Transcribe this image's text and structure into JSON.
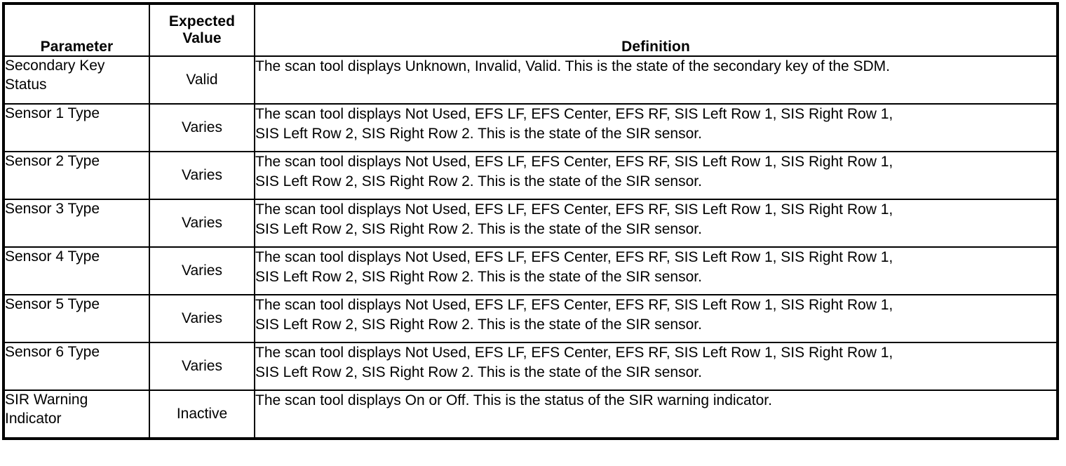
{
  "table": {
    "headers": {
      "parameter": "Parameter",
      "expected_value_line1": "Expected",
      "expected_value_line2": "Value",
      "definition": "Definition"
    },
    "rows": [
      {
        "parameter": "Secondary Key Status",
        "parameter_line1": "Secondary Key",
        "parameter_line2": "Status",
        "expected_value": "Valid",
        "definition": "The scan tool displays Unknown, Invalid, Valid. This is the state of the secondary key of the SDM.",
        "definition_line1": "The scan tool displays Unknown, Invalid, Valid. This is the state of the secondary key of the SDM.",
        "definition_line2": ""
      },
      {
        "parameter": "Sensor 1 Type",
        "parameter_line1": "Sensor 1 Type",
        "parameter_line2": "",
        "expected_value": "Varies",
        "definition": "The scan tool displays Not Used, EFS LF, EFS Center, EFS RF, SIS Left Row 1, SIS Right Row 1, SIS Left Row 2, SIS Right Row 2. This is the state of the SIR sensor.",
        "definition_line1": "The scan tool displays Not Used, EFS LF, EFS Center, EFS RF, SIS Left Row 1, SIS Right Row 1,",
        "definition_line2": "SIS Left Row 2, SIS Right Row 2. This is the state of the SIR sensor."
      },
      {
        "parameter": "Sensor 2 Type",
        "parameter_line1": "Sensor 2 Type",
        "parameter_line2": "",
        "expected_value": "Varies",
        "definition": "The scan tool displays Not Used, EFS LF, EFS Center, EFS RF, SIS Left Row 1, SIS Right Row 1, SIS Left Row 2, SIS Right Row 2. This is the state of the SIR sensor.",
        "definition_line1": "The scan tool displays Not Used, EFS LF, EFS Center, EFS RF, SIS Left Row 1, SIS Right Row 1,",
        "definition_line2": "SIS Left Row 2, SIS Right Row 2. This is the state of the SIR sensor."
      },
      {
        "parameter": "Sensor 3 Type",
        "parameter_line1": "Sensor 3 Type",
        "parameter_line2": "",
        "expected_value": "Varies",
        "definition": "The scan tool displays Not Used, EFS LF, EFS Center, EFS RF, SIS Left Row 1, SIS Right Row 1, SIS Left Row 2, SIS Right Row 2. This is the state of the SIR sensor.",
        "definition_line1": "The scan tool displays Not Used, EFS LF, EFS Center, EFS RF, SIS Left Row 1, SIS Right Row 1,",
        "definition_line2": "SIS Left Row 2, SIS Right Row 2. This is the state of the SIR sensor."
      },
      {
        "parameter": "Sensor 4 Type",
        "parameter_line1": "Sensor 4 Type",
        "parameter_line2": "",
        "expected_value": "Varies",
        "definition": "The scan tool displays Not Used, EFS LF, EFS Center, EFS RF, SIS Left Row 1, SIS Right Row 1, SIS Left Row 2, SIS Right Row 2. This is the state of the SIR sensor.",
        "definition_line1": "The scan tool displays Not Used, EFS LF, EFS Center, EFS RF, SIS Left Row 1, SIS Right Row 1,",
        "definition_line2": "SIS Left Row 2, SIS Right Row 2. This is the state of the SIR sensor."
      },
      {
        "parameter": "Sensor 5 Type",
        "parameter_line1": "Sensor 5 Type",
        "parameter_line2": "",
        "expected_value": "Varies",
        "definition": "The scan tool displays Not Used, EFS LF, EFS Center, EFS RF, SIS Left Row 1, SIS Right Row 1, SIS Left Row 2, SIS Right Row 2. This is the state of the SIR sensor.",
        "definition_line1": "The scan tool displays Not Used, EFS LF, EFS Center, EFS RF, SIS Left Row 1, SIS Right Row 1,",
        "definition_line2": "SIS Left Row 2, SIS Right Row 2. This is the state of the SIR sensor."
      },
      {
        "parameter": "Sensor 6 Type",
        "parameter_line1": "Sensor 6 Type",
        "parameter_line2": "",
        "expected_value": "Varies",
        "definition": "The scan tool displays Not Used, EFS LF, EFS Center, EFS RF, SIS Left Row 1, SIS Right Row 1, SIS Left Row 2, SIS Right Row 2. This is the state of the SIR sensor.",
        "definition_line1": "The scan tool displays Not Used, EFS LF, EFS Center, EFS RF, SIS Left Row 1, SIS Right Row 1,",
        "definition_line2": "SIS Left Row 2, SIS Right Row 2. This is the state of the SIR sensor."
      },
      {
        "parameter": "SIR Warning Indicator",
        "parameter_line1": "SIR Warning",
        "parameter_line2": "Indicator",
        "expected_value": "Inactive",
        "definition": "The scan tool displays On or Off. This is the status of the SIR warning indicator.",
        "definition_line1": "The scan tool displays On or Off. This is the status of the SIR warning indicator.",
        "definition_line2": ""
      }
    ]
  },
  "colors": {
    "border": "#000000",
    "background": "#ffffff",
    "text": "#000000"
  }
}
